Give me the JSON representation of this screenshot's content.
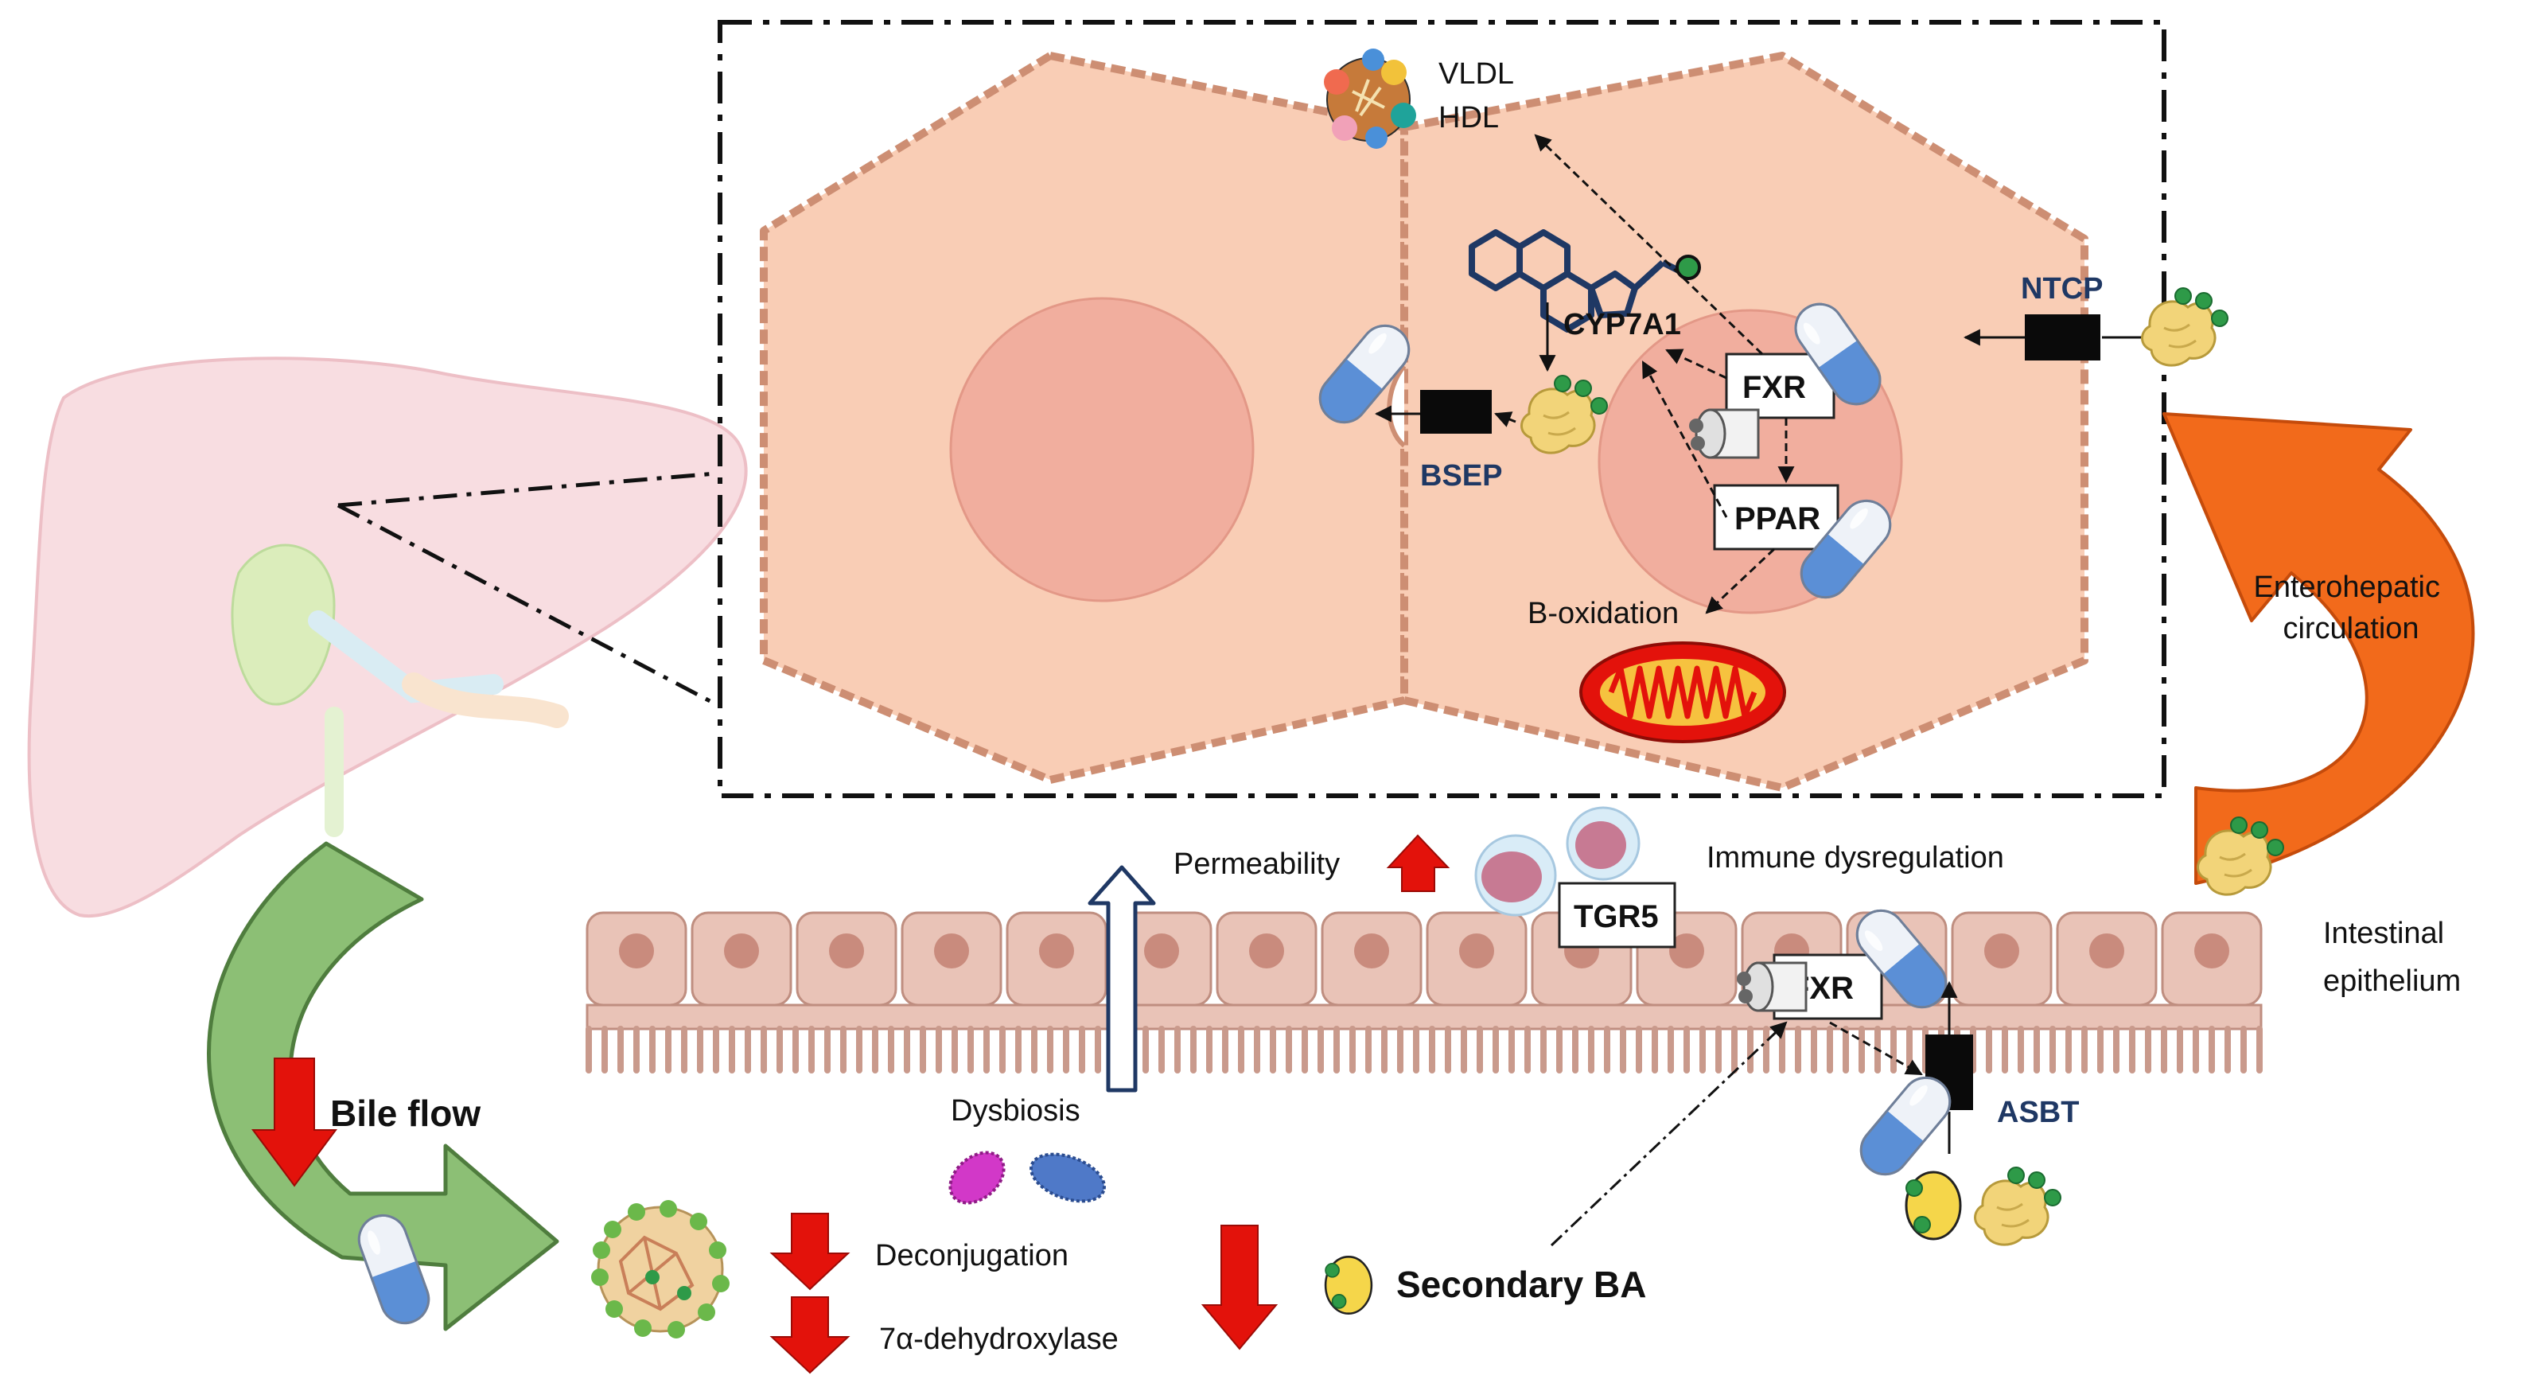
{
  "labels": {
    "vldl": "VLDL",
    "hdl": "HDL",
    "cyp7a1": "CYP7A1",
    "fxr_hepatocyte": "FXR",
    "ppar": "PPAR",
    "bsep": "BSEP",
    "ntcp": "NTCP",
    "b_oxidation": "B-oxidation",
    "enterohepatic": [
      "Enterohepatic",
      "circulation"
    ],
    "permeability": "Permeability",
    "immune_dysregulation": "Immune dysregulation",
    "tgr5": "TGR5",
    "intestinal_epithelium": [
      "Intestinal",
      "epithelium"
    ],
    "fxr_intestinal": "FXR",
    "asbt": "ASBT",
    "bile_flow": "Bile flow",
    "dysbiosis": "Dysbiosis",
    "deconjugation": "Deconjugation",
    "dehydroxylase": "7α-dehydroxylase",
    "secondary_ba": "Secondary BA"
  },
  "colors": {
    "cell_fill": "#f9cdb5",
    "cell_stroke": "#cd8e73",
    "nucleus": "#f0a99a",
    "liver": "#f6d2d8",
    "epithelium": "#e9c3b7",
    "orange_arrow": "#f26a1b",
    "green_arrow": "#8cbf75",
    "red_arrow": "#e3120b",
    "bile_acid": "#f2d479",
    "bile_acid_dot": "#2e9a48",
    "capsule_blue": "#5b8fd6",
    "transporter": "#0a0a0a"
  },
  "icons": [
    "lipoprotein-icon",
    "steroid-molecule-icon",
    "bile-acid-icon",
    "drug-capsule-icon",
    "mitochondrion-icon",
    "immune-cell-icon",
    "bacteria-icon",
    "micelle-icon",
    "liver-icon",
    "receptor-icon"
  ]
}
